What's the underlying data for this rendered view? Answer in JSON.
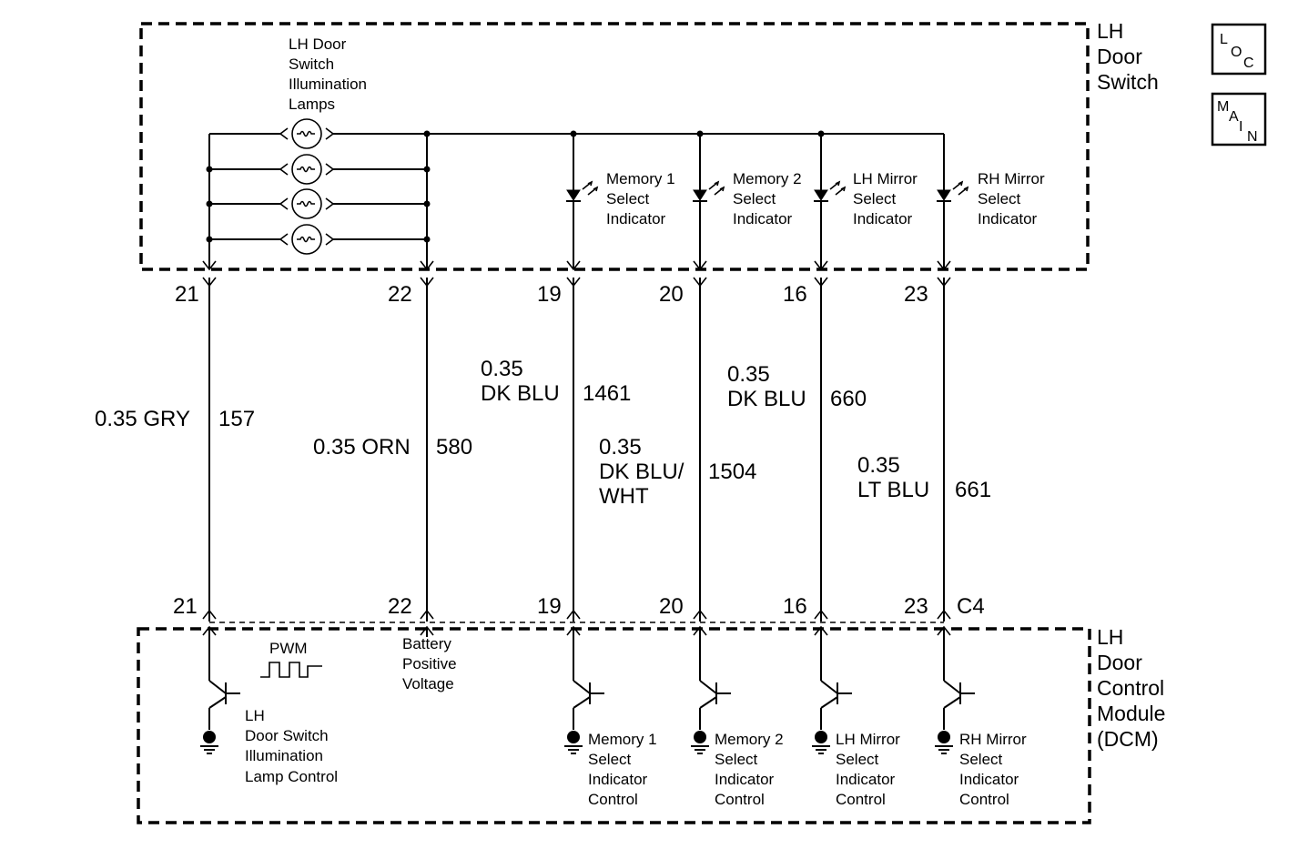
{
  "components": {
    "door_switch": {
      "title": [
        "LH",
        "Door",
        "Switch"
      ]
    },
    "dcm": {
      "title": [
        "LH",
        "Door",
        "Control",
        "Module",
        "(DCM)"
      ],
      "connector": "C4"
    }
  },
  "icons": {
    "loc": [
      "L",
      "O",
      "C"
    ],
    "main": [
      "M",
      "A",
      "I",
      "N"
    ]
  },
  "lamps": {
    "label": [
      "LH Door",
      "Switch",
      "Illumination",
      "Lamps"
    ]
  },
  "led_indicators": [
    {
      "label": [
        "Memory 1",
        "Select",
        "Indicator"
      ]
    },
    {
      "label": [
        "Memory 2",
        "Select",
        "Indicator"
      ]
    },
    {
      "label": [
        "LH Mirror",
        "Select",
        "Indicator"
      ]
    },
    {
      "label": [
        "RH Mirror",
        "Select",
        "Indicator"
      ]
    }
  ],
  "wires": [
    {
      "pin": "21",
      "gauge_color": [
        "0.35 GRY"
      ],
      "circuit": "157"
    },
    {
      "pin": "22",
      "gauge_color": [
        "0.35 ORN"
      ],
      "circuit": "580"
    },
    {
      "pin": "19",
      "gauge_color": [
        "0.35",
        "DK BLU"
      ],
      "circuit": "1461"
    },
    {
      "pin": "20",
      "gauge_color": [
        "0.35",
        "DK BLU/",
        "WHT"
      ],
      "circuit": "1504"
    },
    {
      "pin": "16",
      "gauge_color": [
        "0.35",
        "DK BLU"
      ],
      "circuit": "660"
    },
    {
      "pin": "23",
      "gauge_color": [
        "0.35",
        "LT BLU"
      ],
      "circuit": "661"
    }
  ],
  "dcm_labels": {
    "pwm": "PWM",
    "battery": [
      "Battery",
      "Positive",
      "Voltage"
    ],
    "lamp_control": [
      "LH",
      "Door Switch",
      "Illumination",
      "Lamp Control"
    ],
    "controls": [
      [
        "Memory 1",
        "Select",
        "Indicator",
        "Control"
      ],
      [
        "Memory 2",
        "Select",
        "Indicator",
        "Control"
      ],
      [
        "LH Mirror",
        "Select",
        "Indicator",
        "Control"
      ],
      [
        "RH Mirror",
        "Select",
        "Indicator",
        "Control"
      ]
    ]
  }
}
